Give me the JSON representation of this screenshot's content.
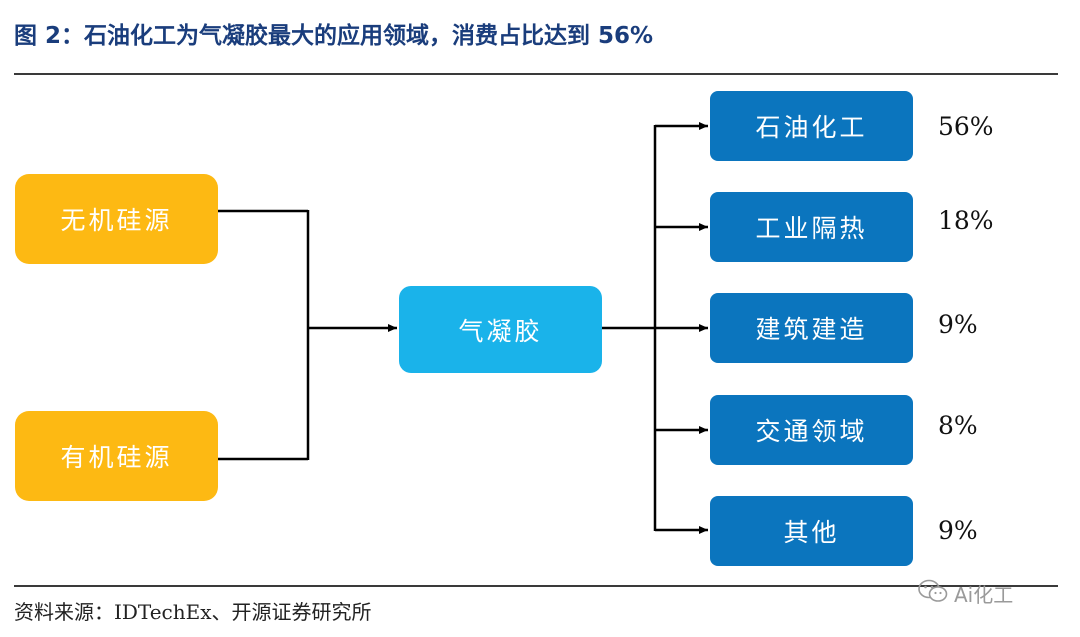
{
  "title": "图 2：石油化工为气凝胶最大的应用领域，消费占比达到 56%",
  "sources": [
    "无机硅源",
    "有机硅源"
  ],
  "center": "气凝胶",
  "applications": [
    {
      "label": "石油化工",
      "share": "56%"
    },
    {
      "label": "工业隔热",
      "share": "18%"
    },
    {
      "label": "建筑建造",
      "share": "9%"
    },
    {
      "label": "交通领域",
      "share": "8%"
    },
    {
      "label": "其他",
      "share": "9%"
    }
  ],
  "source_note": "资料来源：IDTechEx、开源证券研究所",
  "watermark": "Ai化工",
  "colors": {
    "source_box": "#fdb913",
    "center_box": "#1ab3ea",
    "app_box": "#0b75be",
    "title": "#1a3d7c"
  },
  "icons": {
    "watermark": "wechat-icon"
  }
}
